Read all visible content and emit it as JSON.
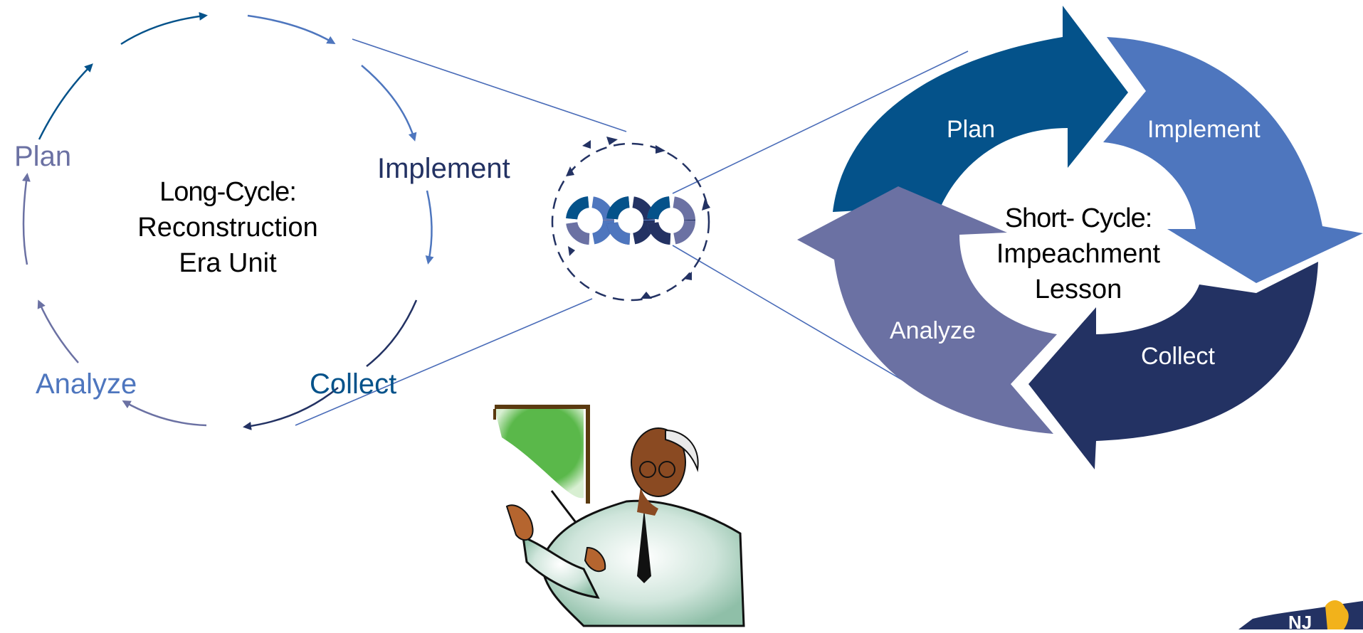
{
  "colors": {
    "plan": "#04528a",
    "implement": "#4e76be",
    "collect": "#233263",
    "analyze": "#6b71a3",
    "line": "#4a6cb8"
  },
  "long_cycle": {
    "title": "Long-Cycle:",
    "subtitle_line1": "Reconstruction",
    "subtitle_line2": "Era Unit",
    "labels": {
      "plan": "Plan",
      "implement": "Implement",
      "collect": "Collect",
      "analyze": "Analyze"
    }
  },
  "short_cycle": {
    "title": "Short- Cycle:",
    "subtitle_line1": "Impeachment",
    "subtitle_line2": "Lesson",
    "labels": {
      "plan": "Plan",
      "implement": "Implement",
      "collect": "Collect",
      "analyze": "Analyze"
    }
  },
  "images": {
    "presenter": "teacher-presenting-clipart",
    "logo": "nj-state-logo"
  },
  "logo_text": "NJ"
}
